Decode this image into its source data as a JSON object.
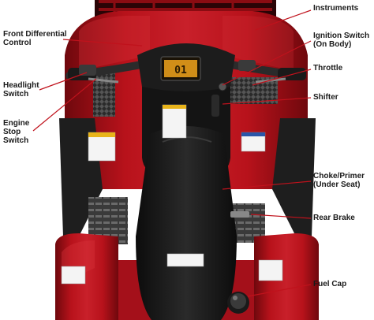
{
  "labels": {
    "instruments": "Instruments",
    "front_diff_line1": "Front Differential",
    "front_diff_line2": "Control",
    "ignition_line1": "Ignition Switch",
    "ignition_line2": "(On Body)",
    "throttle": "Throttle",
    "headlight_line1": "Headlight",
    "headlight_line2": "Switch",
    "shifter": "Shifter",
    "engine_stop_line1": "Engine",
    "engine_stop_line2": "Stop",
    "engine_stop_line3": "Switch",
    "choke_line1": "Choke/Primer",
    "choke_line2": "(Under Seat)",
    "rear_brake": "Rear Brake",
    "fuel_cap": "Fuel Cap"
  },
  "display": {
    "reading": "01"
  },
  "colors": {
    "body_red": "#b8121b",
    "body_dark_red": "#7d0a10",
    "body_highlight": "#d8323a",
    "plastic_black": "#1e1e1e",
    "seat_black": "#151515",
    "leader_line": "#c0121c",
    "label_text": "#1a1a1a",
    "display_amber": "#f2a51c"
  }
}
